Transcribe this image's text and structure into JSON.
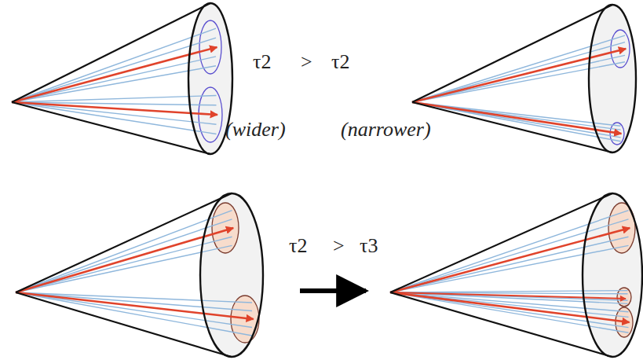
{
  "diagram": {
    "labels": [
      "τ2",
      ">",
      "τ2",
      "(wider)",
      "(narrower)",
      "τ2",
      ">",
      "τ3"
    ]
  }
}
